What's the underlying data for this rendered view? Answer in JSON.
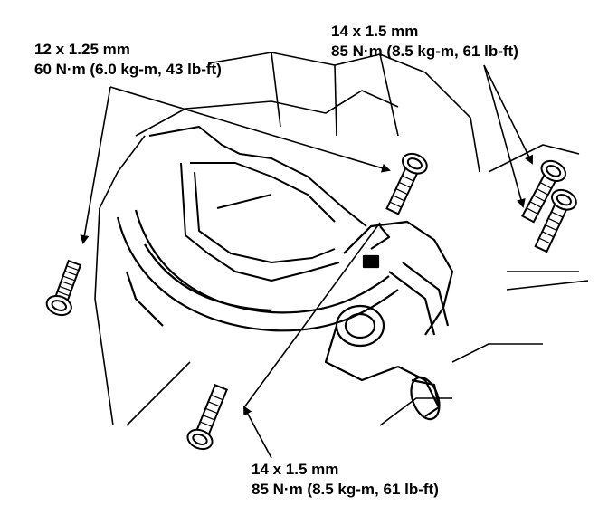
{
  "callouts": {
    "top_left": {
      "size": "12 x 1.25 mm",
      "torque": "60 N·m (6.0 kg-m, 43 lb-ft)"
    },
    "top_right": {
      "size": "14 x 1.5 mm",
      "torque": "85 N·m (8.5 kg-m, 61 lb-ft)"
    },
    "bottom": {
      "size": "14 x 1.5 mm",
      "torque": "85 N·m (8.5 kg-m, 61 lb-ft)"
    }
  },
  "colors": {
    "ink": "#000000",
    "paper": "#ffffff"
  },
  "icons": [
    "bolt-icon",
    "leader-arrow-icon"
  ]
}
